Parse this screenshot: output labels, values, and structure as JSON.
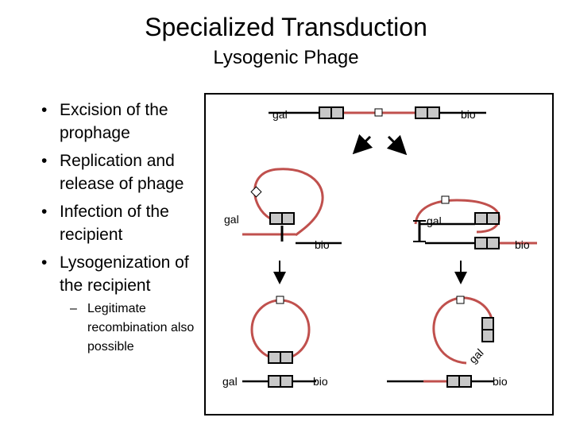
{
  "slide": {
    "title": "Specialized Transduction",
    "subtitle": "Lysogenic Phage"
  },
  "bullets": [
    "Excision of the prophage",
    "Replication and release of phage",
    "Infection of the recipient",
    "Lysogenization of the recipient"
  ],
  "sub_bullet": "Legitimate recombination also possible",
  "diagram": {
    "labels": {
      "gal": "gal",
      "bio": "bio"
    },
    "colors": {
      "phage_dna": "#c0504d",
      "chromosome": "#000000",
      "gene_box": "#c8c8c8",
      "frame": "#000000"
    }
  }
}
